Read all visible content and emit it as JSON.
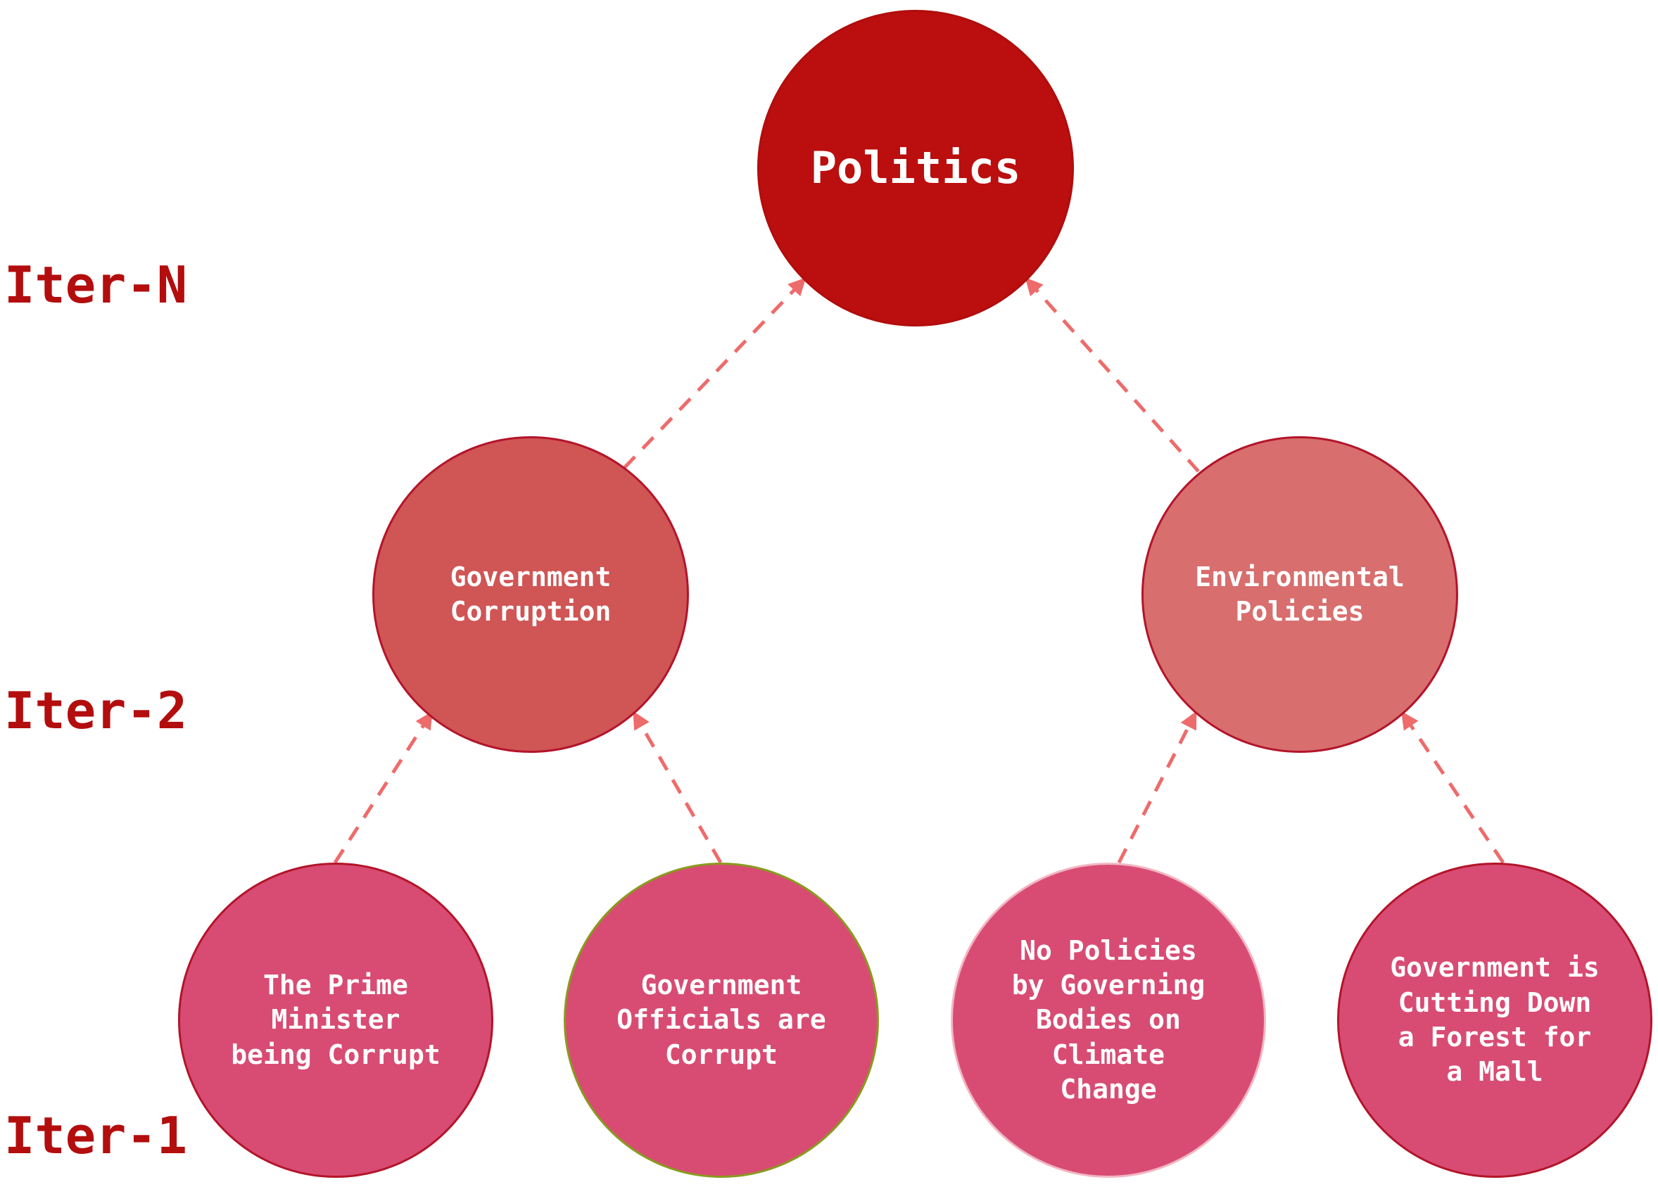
{
  "levels": {
    "top": "Iter-N",
    "middle": "Iter-2",
    "bottom": "Iter-1"
  },
  "nodes": {
    "root": "Politics",
    "middle_left": "Government\nCorruption",
    "middle_right": "Environmental\nPolicies",
    "leaf_1": "The Prime\nMinister\nbeing Corrupt",
    "leaf_2": "Government\nOfficials are\nCorrupt",
    "leaf_3": "No Policies\nby Governing\nBodies on\nClimate\nChange",
    "leaf_4": "Government is\nCutting Down\na Forest for\na Mall"
  },
  "colors": {
    "root_fill": "#bb0e0e",
    "middle_left_fill": "#d05555",
    "middle_right_fill": "#d86e6e",
    "leaf_fill": "#d84c73",
    "arrow": "#ee6b6b",
    "label_text": "#b30d0d",
    "node_text": "#ffffff"
  },
  "connections": [
    {
      "from": "middle_left",
      "to": "root"
    },
    {
      "from": "middle_right",
      "to": "root"
    },
    {
      "from": "leaf_1",
      "to": "middle_left"
    },
    {
      "from": "leaf_2",
      "to": "middle_left"
    },
    {
      "from": "leaf_3",
      "to": "middle_right"
    },
    {
      "from": "leaf_4",
      "to": "middle_right"
    }
  ]
}
